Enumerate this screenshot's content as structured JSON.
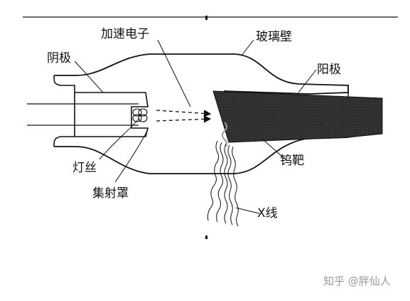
{
  "diagram": {
    "labels": {
      "cathode": "阴极",
      "accelerated_electrons": "加速电子",
      "glass_wall": "玻璃壁",
      "anode": "阳极",
      "filament": "灯丝",
      "focusing_cup": "集射罩",
      "tungsten_target": "钨靶",
      "xray": "X线"
    },
    "colors": {
      "ink": "#111111",
      "target": "#262626",
      "watermark": "#9a9a9a"
    }
  },
  "watermark": {
    "text": "知乎 @胖仙人"
  }
}
